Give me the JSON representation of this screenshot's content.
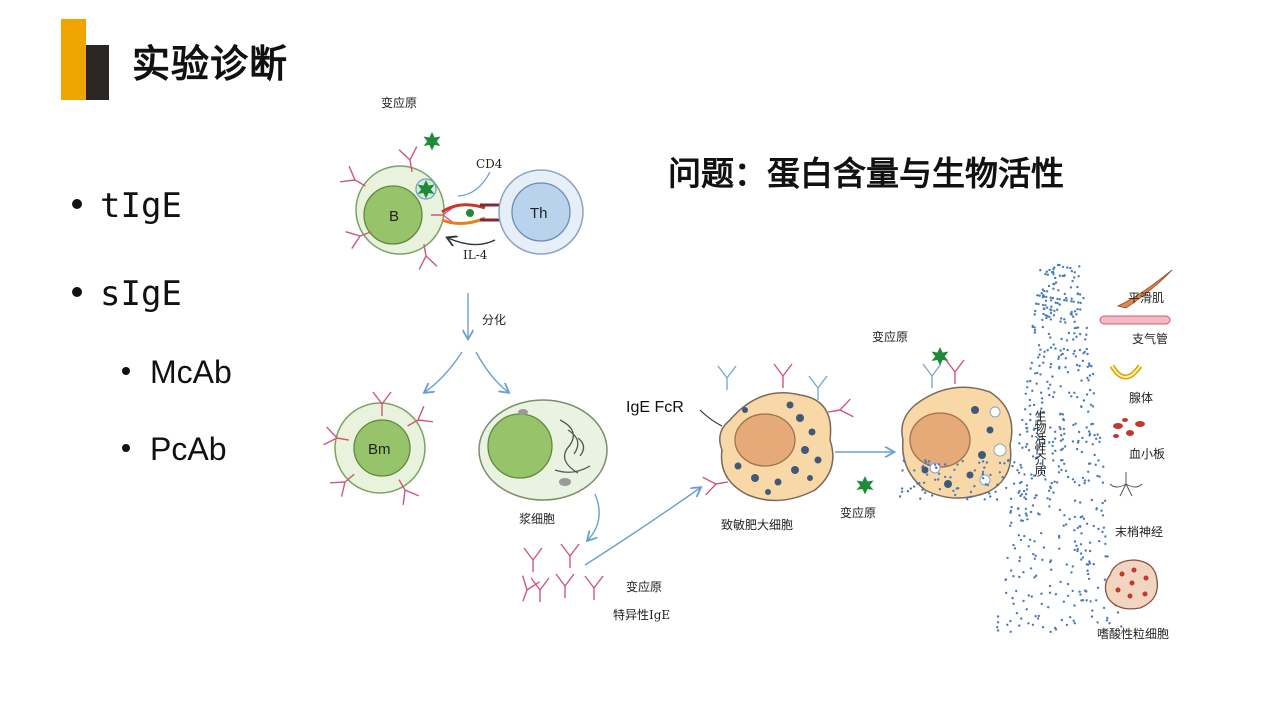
{
  "slide": {
    "title": "实验诊断",
    "question": "问题：蛋白含量与生物活性",
    "colors": {
      "accent_orange": "#f0a400",
      "accent_dark": "#2b2523"
    }
  },
  "bullets": [
    {
      "level": 1,
      "text": "tIgE"
    },
    {
      "level": 1,
      "text": "sIgE"
    },
    {
      "level": 2,
      "text": "McAb"
    },
    {
      "level": 2,
      "text": "PcAb"
    }
  ],
  "diagram": {
    "allergen_top": "变应原",
    "cd4": "CD4",
    "b_cell": "B",
    "th_cell": "Th",
    "il4": "IL-4",
    "differentiate": "分化",
    "memory_b": "Bm",
    "plasma_cell": "浆细胞",
    "specific_ige_line1": "变应原",
    "specific_ige_line2": "特异性IgE",
    "ige_fcr": "IgE FcR",
    "sensitized_mast": "致敏肥大细胞",
    "allergen_mid": "变应原",
    "allergen_right": "变应原",
    "mediators": "生物活性介质",
    "targets": [
      "平滑肌",
      "支气管",
      "腺体",
      "血小板",
      "末梢神经",
      "嗜酸性粒细胞"
    ]
  }
}
